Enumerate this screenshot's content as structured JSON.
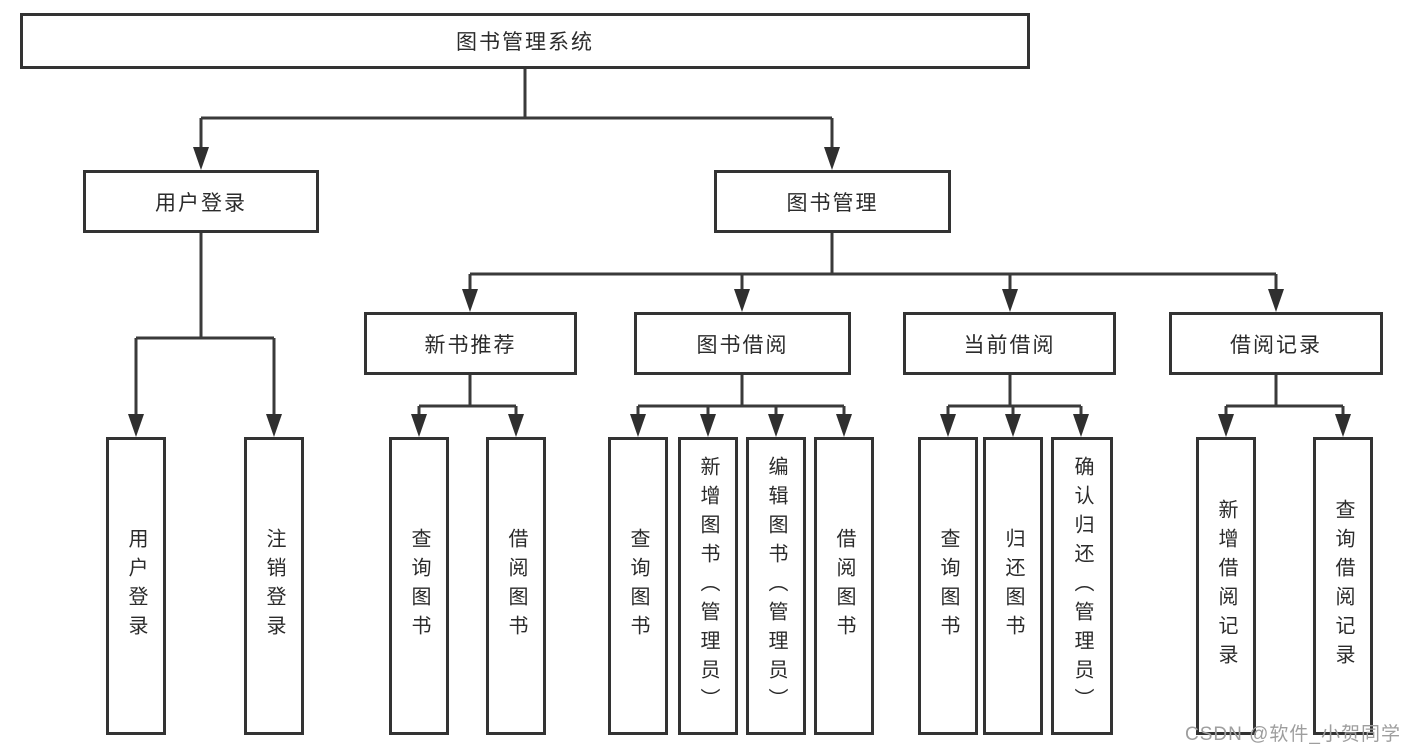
{
  "nodes": {
    "root": {
      "label": "图书管理系统"
    },
    "level2": [
      {
        "label": "用户登录"
      },
      {
        "label": "图书管理"
      }
    ],
    "level3": [
      {
        "label": "新书推荐"
      },
      {
        "label": "图书借阅"
      },
      {
        "label": "当前借阅"
      },
      {
        "label": "借阅记录"
      }
    ],
    "leaves": {
      "user_login": [
        {
          "label": "用户登录"
        },
        {
          "label": "注销登录"
        }
      ],
      "new_book_recommend": [
        {
          "label": "查询图书"
        },
        {
          "label": "借阅图书"
        }
      ],
      "book_borrow": [
        {
          "label": "查询图书"
        },
        {
          "label": "新增图书（管理员）"
        },
        {
          "label": "编辑图书（管理员）"
        },
        {
          "label": "借阅图书"
        }
      ],
      "current_borrow": [
        {
          "label": "查询图书"
        },
        {
          "label": "归还图书"
        },
        {
          "label": "确认归还（管理员）"
        }
      ],
      "borrow_records": [
        {
          "label": "新增借阅记录"
        },
        {
          "label": "查询借阅记录"
        }
      ]
    }
  },
  "watermark": {
    "text": "CSDN @软件_小贺同学"
  },
  "colors": {
    "background": "#ffffff",
    "line": "#3a3a3a",
    "box_border": "#333333",
    "text": "#2b2b2b",
    "watermark": "#9e9e9e"
  }
}
